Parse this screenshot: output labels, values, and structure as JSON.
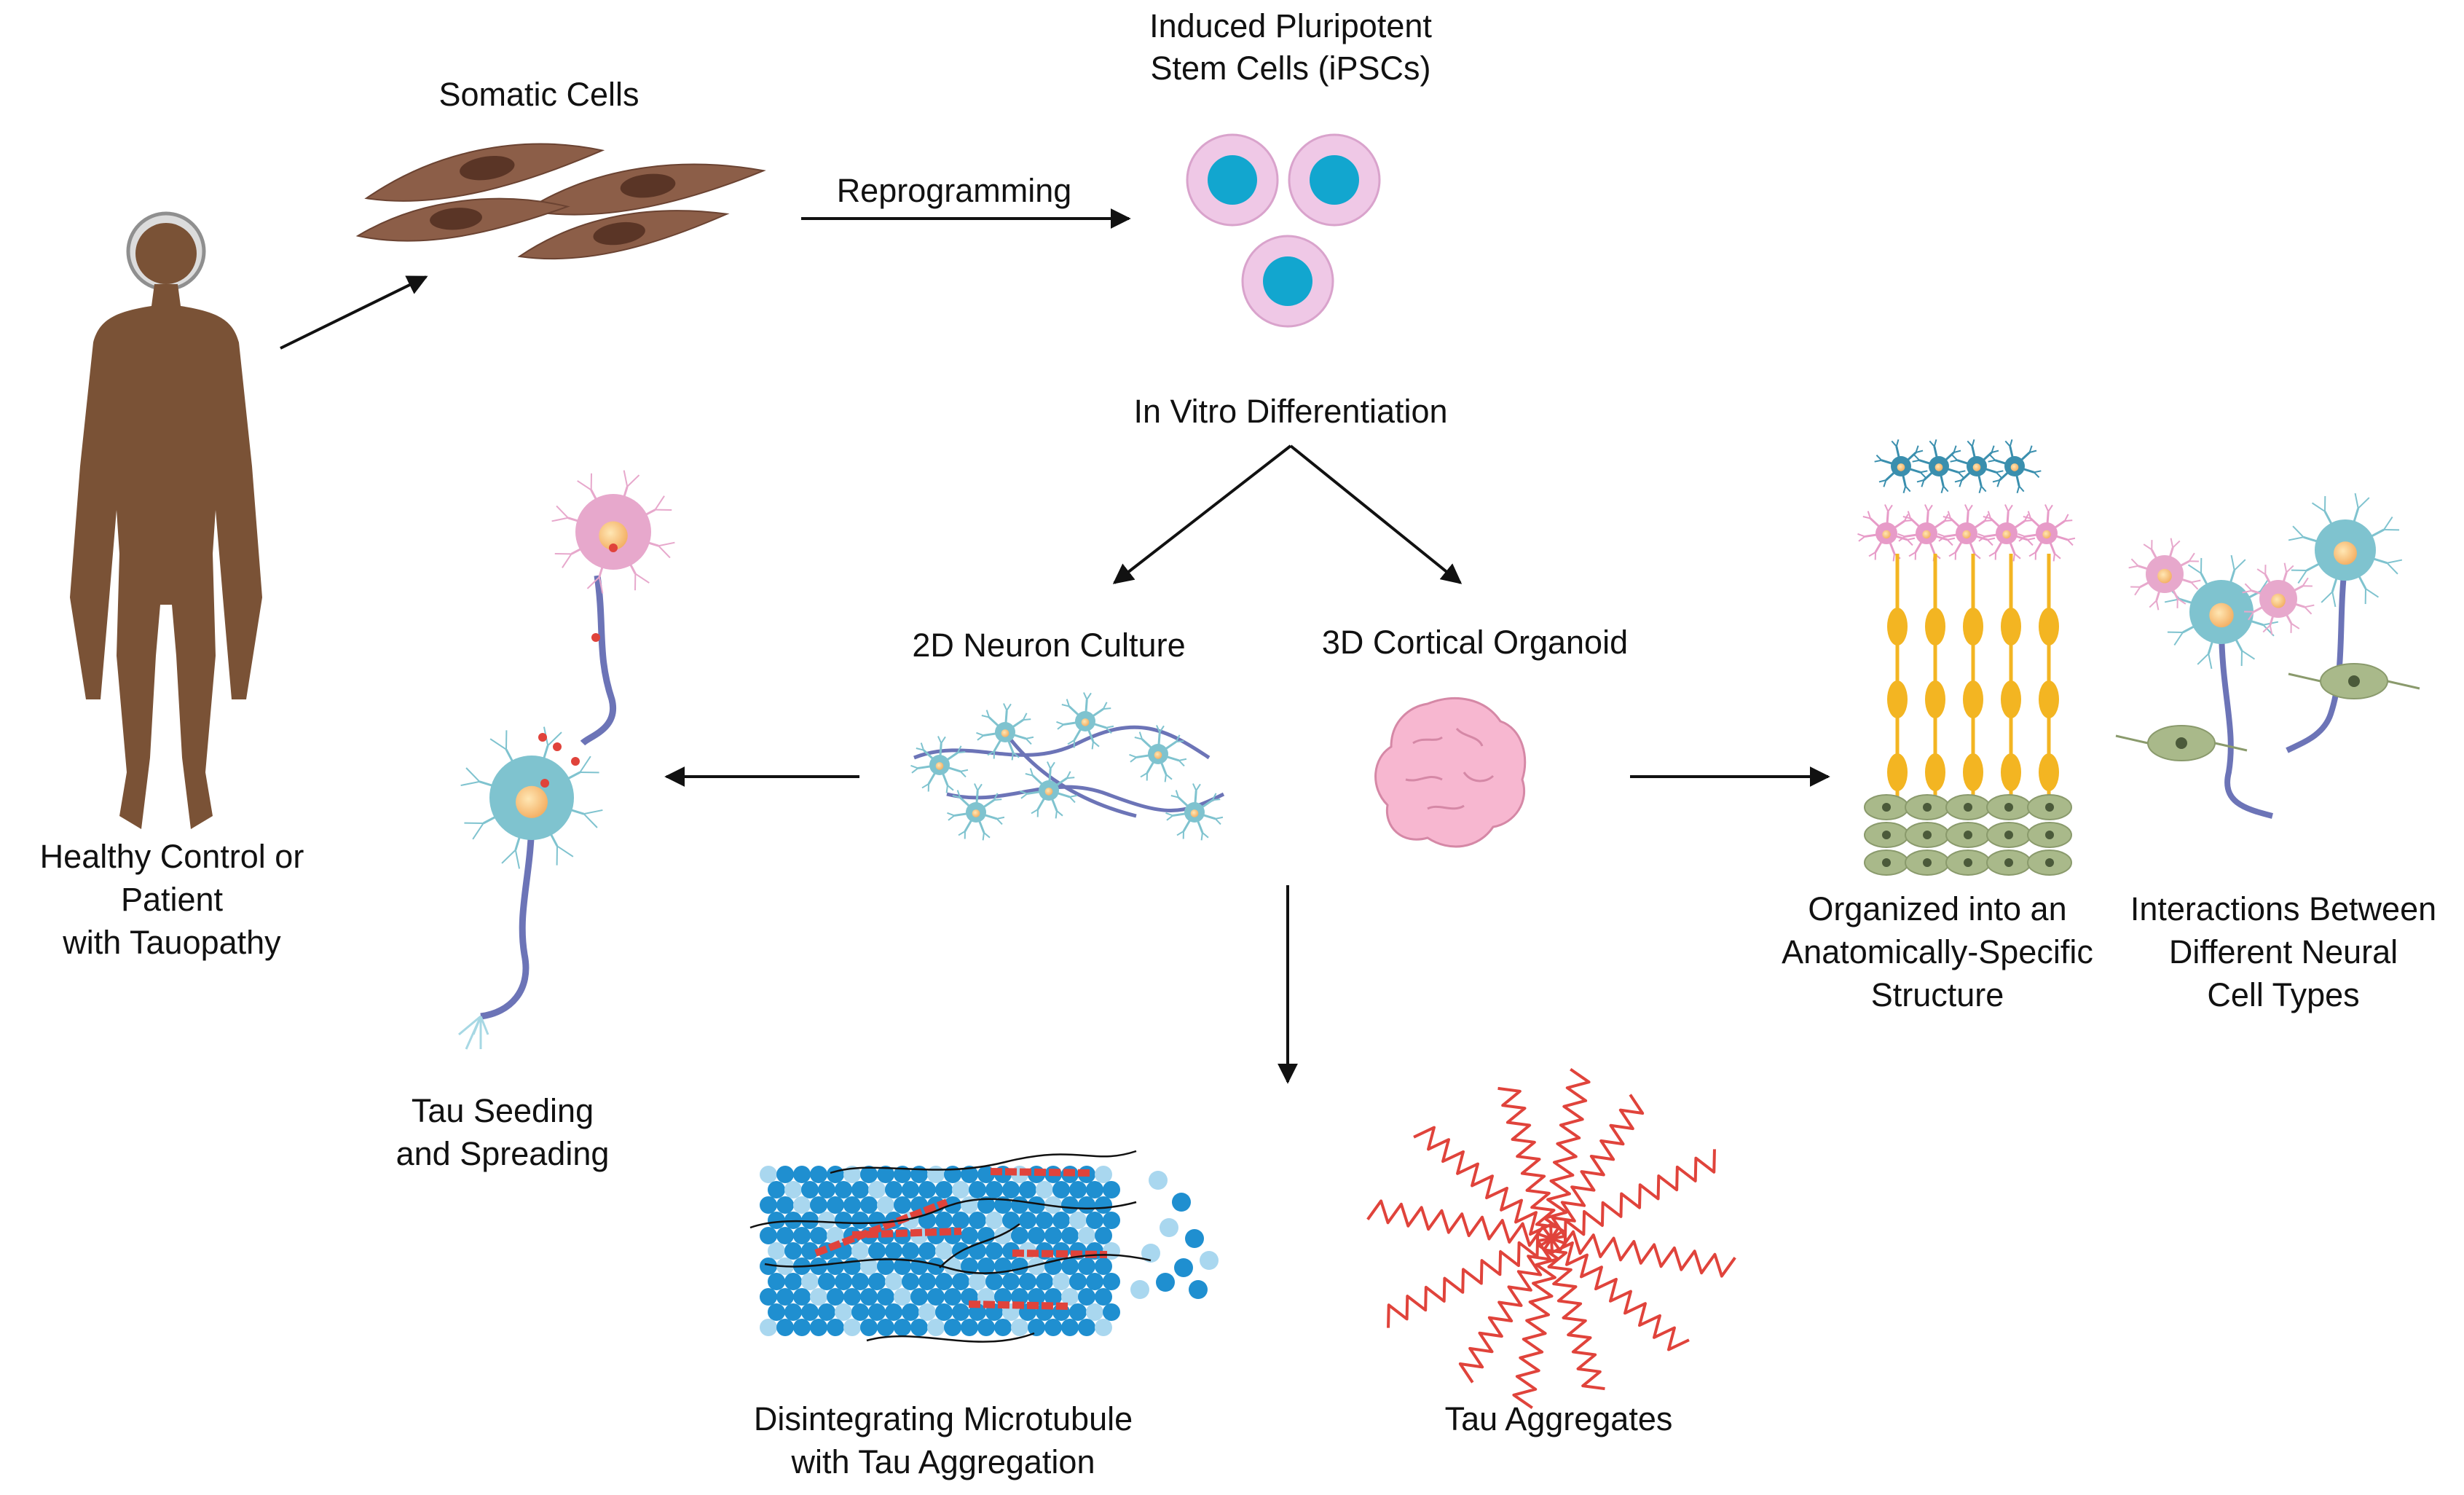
{
  "labels": {
    "somatic_cells": "Somatic Cells",
    "ipsc_line1": "Induced Pluripotent",
    "ipsc_line2": "Stem Cells (iPSCs)",
    "reprogramming": "Reprogramming",
    "in_vitro": "In Vitro Differentiation",
    "culture_2d": "2D Neuron Culture",
    "organoid_3d": "3D Cortical Organoid",
    "human_line1": "Healthy Control or",
    "human_line2": "Patient",
    "human_line3": "with Tauopathy",
    "seeding_line1": "Tau Seeding",
    "seeding_line2": "and Spreading",
    "organized_line1": "Organized into an",
    "organized_line2": "Anatomically-Specific",
    "organized_line3": "Structure",
    "interactions_line1": "Interactions Between",
    "interactions_line2": "Different Neural",
    "interactions_line3": "Cell Types",
    "microtubule_line1": "Disintegrating Microtubule",
    "microtubule_line2": "with Tau Aggregation",
    "aggregates": "Tau Aggregates"
  },
  "colors": {
    "skin": "#7a5236",
    "somatic": "#8c5e48",
    "ipsc_outer": "#efc8e6",
    "ipsc_nucleus": "#12a6cf",
    "neuron_teal": "#7fc3cf",
    "neuron_pink": "#e7a8cc",
    "axon": "#6c74b7",
    "tau_red": "#e0433b",
    "microtubule_dark": "#1f8fd0",
    "microtubule_light": "#a9d7ef",
    "organoid": "#f7b7d0",
    "layer_yellow": "#f3b522",
    "layer_green": "#a9b98a"
  }
}
